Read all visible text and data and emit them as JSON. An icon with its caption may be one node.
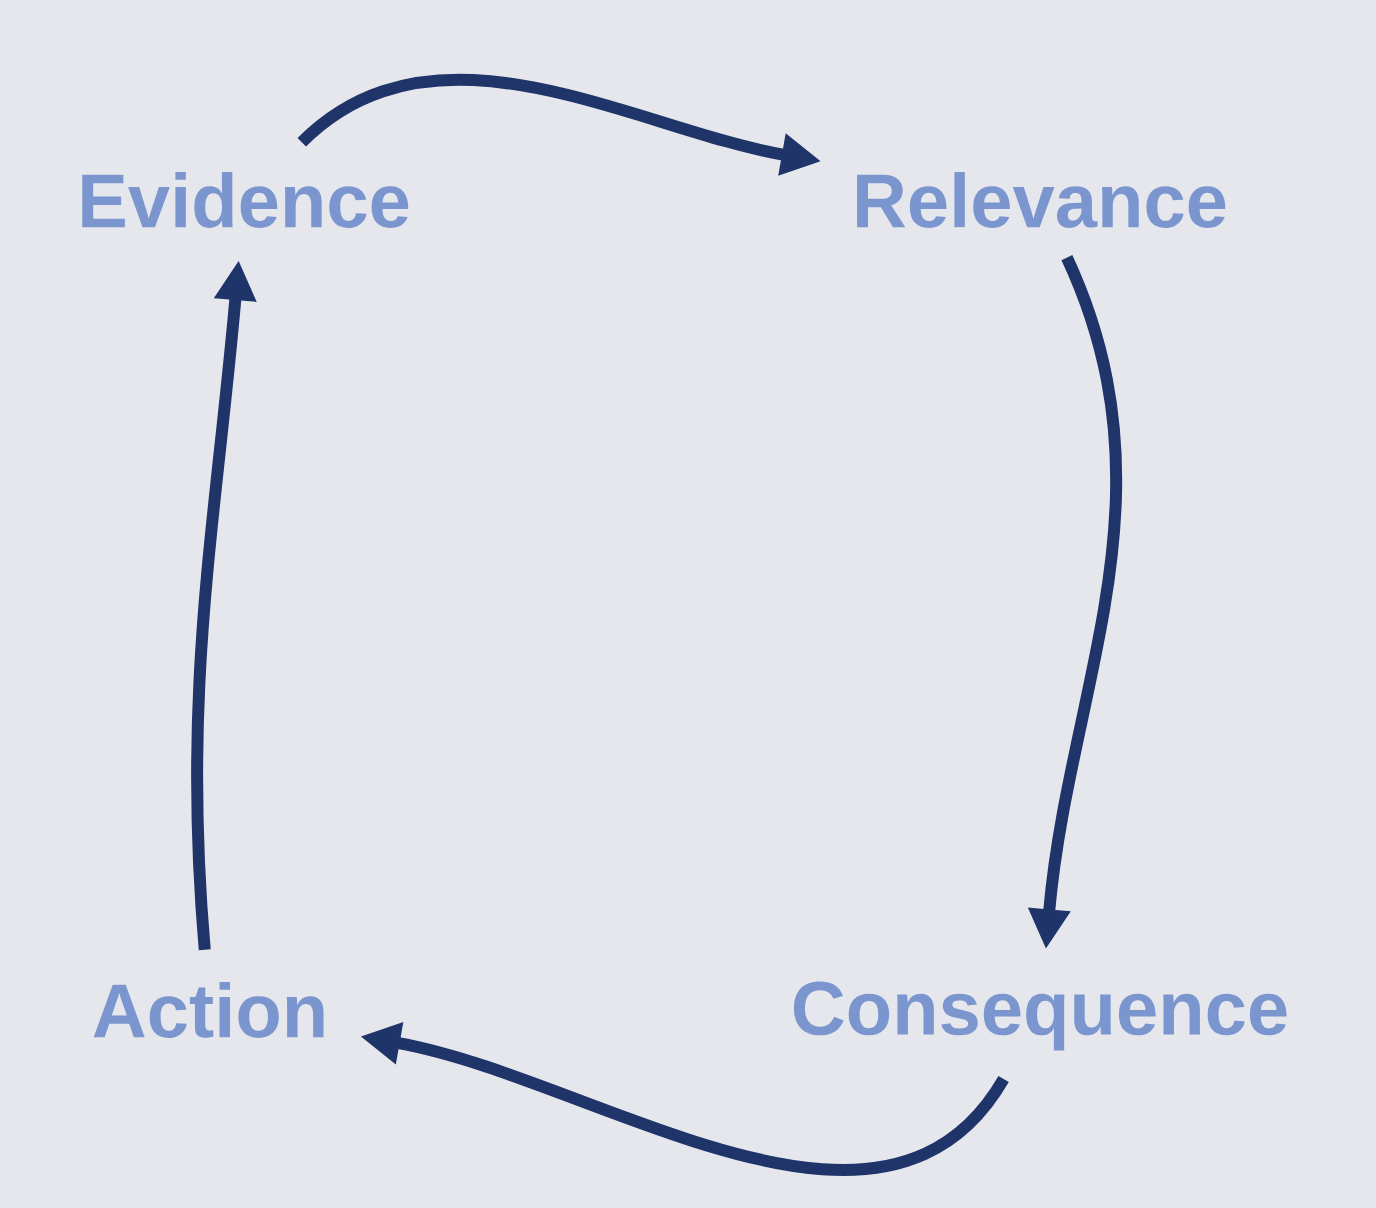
{
  "diagram": {
    "nodes": [
      {
        "text": [
          "Evidence"
        ]
      },
      {
        "text": [
          "Relevance"
        ]
      },
      {
        "text": [
          "Consequence"
        ]
      },
      {
        "text": [
          "Action"
        ]
      }
    ],
    "edges": [
      {
        "from": 0,
        "to": 1,
        "arrow": "to"
      },
      {
        "from": 1,
        "to": 2,
        "arrow": "to"
      },
      {
        "from": 2,
        "to": 3,
        "arrow": "to"
      },
      {
        "from": 3,
        "to": 0,
        "arrow": "to"
      }
    ]
  }
}
